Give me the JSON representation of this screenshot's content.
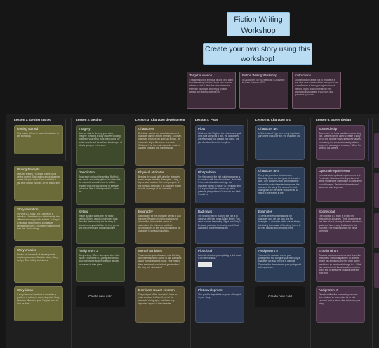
{
  "header": {
    "title": "Fiction Writing Workshop",
    "subtitle": "Create your own story using this workshop!"
  },
  "info_cards": [
    {
      "title": "Target audience",
      "body": "This workshop is aimed at people who want to write a story but don't know how or even where to start. I think this should be a fun exercise for people who enjoy creative writing and want to give it a try."
    },
    {
      "title": "Fiction Writing Workshop",
      "body": "(c) All content on this webpage is copyright by Kate Buberan 2023"
    },
    {
      "title": "Instructions",
      "body": "Double click on a text box to enlarge it. If you click on a downloadable item, you'll see a small arrow in the upper right corner of the box. If you click on the arrow the download should start. If you have any questions, you can"
    }
  ],
  "columns": [
    {
      "header": "Lesson 1: Getting started",
      "color": "#6b6a39",
      "cards": [
        {
          "title": "Getting started",
          "body": "This lesson will serve as an introduction to this workshop."
        },
        {
          "title": "Writing Prompts",
          "body": "Let's get started. I'm going to give you a writing prompt. Start writing about whatever comes into your mind. Don't overthink it - just write for two minutes. At the end of this"
        },
        {
          "title": "Story definition",
          "body": "So, what is a story? Let's agree on a definition. I like these two definitions by two different and very prolific authors. A story is a narrative description of a character struggling to solve a problem. Nothing more than that. And nothing"
        },
        {
          "title": "Story creation",
          "body": "Stories are the result of three separate creative processes: Creative ideas, Story design, Story telling techniques"
        },
        {
          "title": "Story ideas",
          "body": "A story idea can be about a character, a problem, a setting or something else. Story ideas are all around you. You just need to look for them."
        }
      ]
    },
    {
      "header": "Lesson 2: Setting",
      "color": "#3e4a2b",
      "cards": [
        {
          "title": "Imagery",
          "body": "Now we start to develop your story. Imagery. Reading a story involves building images in your mind. Your brain takes the written words and turns them into images of what's going on in the story."
        },
        {
          "title": "Description",
          "body": "Read each work on the setting. But find a few words about description. You describe the characters now it's time to tell the readers what the background of the story looks like. Why is this important? Look at the"
        },
        {
          "title": "Setting",
          "body": "Image building starts with the story's setting. Setting can do much more than describe the backdrop for the story. It should convey and define the time period and that defines the conditions of the"
        },
        {
          "title": "Assignment 2",
          "body": "Story setting. Where does your story take place? Describe it in a paragraph or two. Now identify the actions that can be used for scenes to take place."
        }
      ],
      "new_card": "Create new card"
    },
    {
      "header": "Lesson 3: Character development",
      "color": "#5a5232",
      "cards": [
        {
          "title": "Characters",
          "body": "Definition: stories are about characters. A character can be almost anything: a human, a fantasy creature, an alien, an animal, an inanimate object like a tree or a rock. Whatever it is, the main character must be capable of taking and experiencing"
        },
        {
          "title": "Physical attributes",
          "body": "Besides the usual stuff, give the character some unique identifier. Examples: a limp, a lisp, a scar, a tattoo. The main purpose of the physical attributes is to allow the reader to build an image of the character."
        },
        {
          "title": "Biography",
          "body": "A biography for the character serves a dual purpose. Besides providing background information, it allows the author to understand the character and their circumstances to see what reading into the character in stressful situations."
        },
        {
          "title": "Mental attributes",
          "body": "These create your character real. Working with fear makes the author to ask questions about your character's mood. Fear makes them emotional: who is their genuine fear? Do they feel mistreated?"
        },
        {
          "title": "Dominant reader emotion",
          "body": "The part part of the character's inner or main emotion. In this cell part of the character's biography, but it is a very important aspect of the character."
        }
      ]
    },
    {
      "header": "Lesson 4: Plots",
      "color": "#2e3a55",
      "cards": [
        {
          "title": "Plots",
          "body": "What is a plot? It gives the character a goal. Until your story has a plot, the characters are essentially just waiting, not doing. The plot sketches the entire length of"
        },
        {
          "title": "Plot problem",
          "body": "The first step in the plot building process is to come up with the plot problem. Just what is the main dramatic challenge the character needs to solve? Is it being a hero, is it a good first line to come up with a potential plot problem. Or how do you think it could be"
        },
        {
          "title": "Bad news",
          "body": "The second step in building the plot is to come up with bad news. Make it right: You need to know the ending. Right now! Why? Because you have to develop a path that consists of plot events that will"
        },
        {
          "title": "Plot cloud",
          "body": "Let's talk about why completing a plot cloud is so often difficult."
        },
        {
          "title": "Plot development",
          "body": "This graphic depicts the purpose of the plot in your story."
        }
      ]
    },
    {
      "header": "Lesson 5: Character arc",
      "color": "#2d3e58",
      "cards": [
        {
          "title": "Character arc",
          "body": "In this lesson, I'll go over a very important part of the character arc: the character arc."
        },
        {
          "title": "Character arcs",
          "body": "Every story needs a character arc. Basically, there are two types of character arcs. One concerns itself with what great lesson the main character learns over the course of the story. The second is what changes in the life of the character as a result of the events in the"
        },
        {
          "title": "Examples",
          "body": "To get a deeper understanding for character arcs we can look at a few examples. A character starts out as a bigot, but during the course of the story, learns to be less bigoted and becomes more"
        },
        {
          "title": "Assignment 5",
          "body": "You need to measure arc for your protagonist. You can give your main guy a character arc also but that is optional. Describe the character arc your protagonist will experience."
        }
      ],
      "new_card": "Create new card"
    },
    {
      "header": "Lesson 6: Scene design",
      "color": "#4a3248",
      "cards": [
        {
          "title": "Scene design",
          "body": "Scenes are the tools used to create a story plot. Scenes can be used to create a story arc in one of three ways: the scene serves in creating, the scene shows why actions happen in one way, or in a story. When I'm working out scenes"
        },
        {
          "title": "Optional requirements",
          "body": "Let's talk about optional requirements first. Previously I discussed the importance of giving readers the information to allow them to build images. Technical elements and actors are also important"
        },
        {
          "title": "Scene goal",
          "body": "The purpose of a story is to take the character on a journey. Think of a scene as one step of that journey. A scene must have goals and have a way that leads to the outcome. The most important for these scenes is"
        },
        {
          "title": "Emotional arc",
          "body": "Readers want to experience and share the characters' emotional journey. In order to create this emotional journey, each scene must have an emotional change to it. What this means is that the character's emotion at the end of the scene must be different from that"
        },
        {
          "title": "Assignment 6",
          "body": "Time to outline the scenes in your story. Use what we've learned so far to plot events: I write a scene that advances your story"
        }
      ]
    }
  ]
}
